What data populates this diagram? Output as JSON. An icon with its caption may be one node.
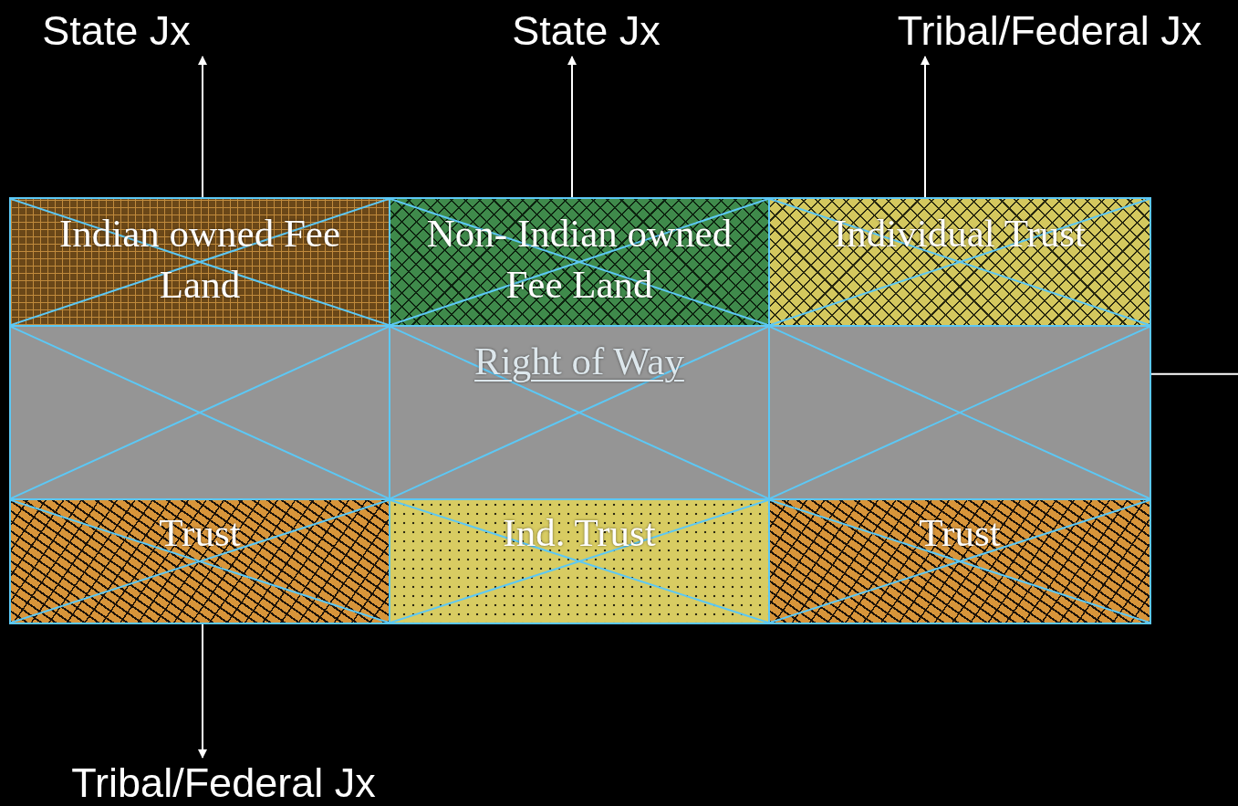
{
  "diagram": {
    "nodes": [
      {
        "text": [
          "State Jx"
        ]
      },
      {
        "text": [
          "State Jx"
        ]
      },
      {
        "text": [
          "Tribal/Federal Jx"
        ]
      },
      {
        "text": [
          "Indian owned Fee Land"
        ]
      },
      {
        "text": [
          "Non- Indian owned Fee Land"
        ]
      },
      {
        "text": [
          "Individual Trust"
        ]
      },
      {
        "text": [],
        "shape": "box"
      },
      {
        "text": [
          "Right of Way"
        ]
      },
      {
        "text": [],
        "shape": "box"
      },
      {
        "text": [
          "Trust"
        ]
      },
      {
        "text": [
          "Ind. Trust"
        ]
      },
      {
        "text": [
          "Trust"
        ]
      },
      {
        "text": [
          "Tribal/Federal Jx"
        ]
      }
    ],
    "edges": [
      {
        "from": 3,
        "to": 0,
        "arrow": "to"
      },
      {
        "from": 4,
        "to": 1,
        "arrow": "to"
      },
      {
        "from": 5,
        "to": 2,
        "arrow": "to"
      },
      {
        "from": 9,
        "to": 12,
        "arrow": "to"
      },
      {
        "from": 8,
        "to": null,
        "arrow": "none"
      }
    ]
  }
}
